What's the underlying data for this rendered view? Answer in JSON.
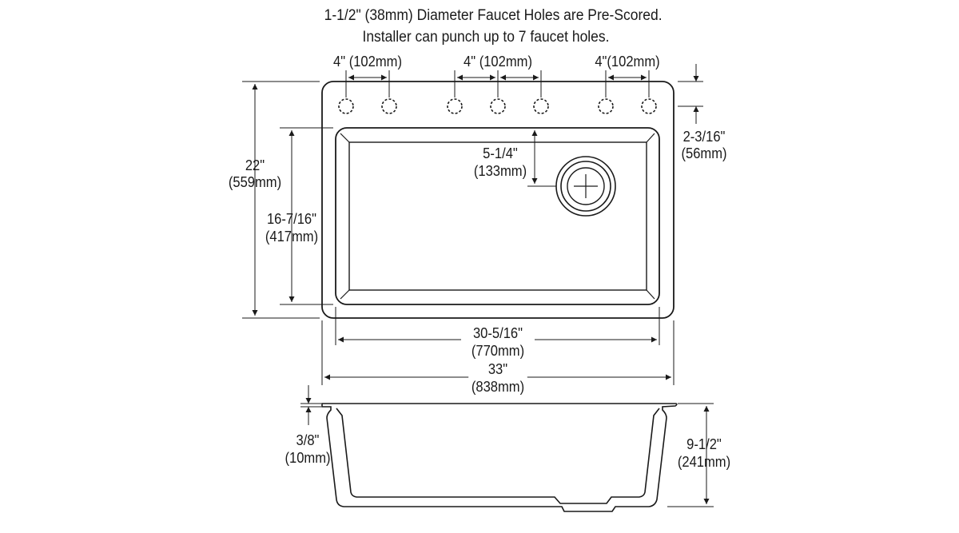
{
  "note": {
    "line1": "1-1/2\" (38mm) Diameter Faucet Holes are Pre-Scored.",
    "line2": "Installer can punch up to 7 faucet holes."
  },
  "dims": {
    "spacing_left": "4\" (102mm)",
    "spacing_mid": "4\" (102mm)",
    "spacing_right": "4\"(102mm)",
    "top_to_holes_in": "2-3/16\"",
    "top_to_holes_mm": "(56mm)",
    "drain_offset_in": "5-1/4\"",
    "drain_offset_mm": "(133mm)",
    "outer_depth_in": "22\"",
    "outer_depth_mm": "(559mm)",
    "bowl_depth_in": "16-7/16\"",
    "bowl_depth_mm": "(417mm)",
    "bowl_width_in": "30-5/16\"",
    "bowl_width_mm": "(770mm)",
    "outer_width_in": "33\"",
    "outer_width_mm": "(838mm)",
    "rim_in": "3/8\"",
    "rim_mm": "(10mm)",
    "bowl_height_in": "9-1/2\"",
    "bowl_height_mm": "(241mm)"
  },
  "faucet_holes": 7
}
